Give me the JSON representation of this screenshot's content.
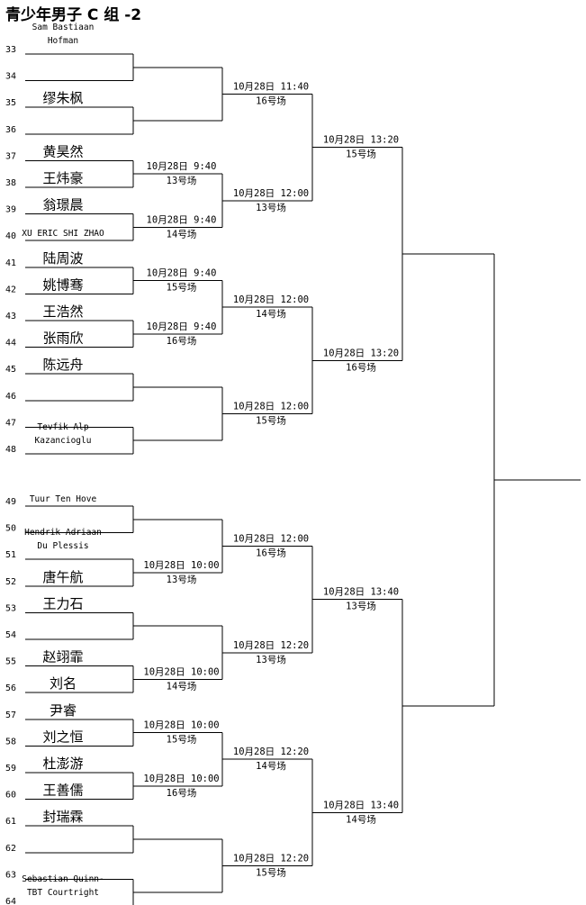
{
  "title": "青少年男子 C 组 -2",
  "players": [
    {
      "seed": "33",
      "name": [
        "Sam Bastiaan",
        "Hofman"
      ]
    },
    {
      "seed": "34",
      "name": []
    },
    {
      "seed": "35",
      "name": [
        "缪朱枫"
      ]
    },
    {
      "seed": "36",
      "name": []
    },
    {
      "seed": "37",
      "name": [
        "黄昊然"
      ]
    },
    {
      "seed": "38",
      "name": [
        "王炜豪"
      ]
    },
    {
      "seed": "39",
      "name": [
        "翁璟晨"
      ]
    },
    {
      "seed": "40",
      "name": [
        "XU ERIC SHI ZHAO"
      ]
    },
    {
      "seed": "41",
      "name": [
        "陆周波"
      ]
    },
    {
      "seed": "42",
      "name": [
        "姚博骞"
      ]
    },
    {
      "seed": "43",
      "name": [
        "王浩然"
      ]
    },
    {
      "seed": "44",
      "name": [
        "张雨欣"
      ]
    },
    {
      "seed": "45",
      "name": [
        "陈远舟"
      ]
    },
    {
      "seed": "46",
      "name": []
    },
    {
      "seed": "47",
      "name": []
    },
    {
      "seed": "48",
      "name": [
        "Tevfik Alp",
        "Kazancioglu"
      ]
    },
    {
      "seed": "49",
      "name": [
        "Tuur Ten Hove"
      ]
    },
    {
      "seed": "50",
      "name": []
    },
    {
      "seed": "51",
      "name": [
        "Hendrik Adriaan",
        "Du Plessis"
      ]
    },
    {
      "seed": "52",
      "name": [
        "唐午航"
      ]
    },
    {
      "seed": "53",
      "name": [
        "王力石"
      ]
    },
    {
      "seed": "54",
      "name": []
    },
    {
      "seed": "55",
      "name": [
        "赵翊霏"
      ]
    },
    {
      "seed": "56",
      "name": [
        "刘名"
      ]
    },
    {
      "seed": "57",
      "name": [
        "尹睿"
      ]
    },
    {
      "seed": "58",
      "name": [
        "刘之恒"
      ]
    },
    {
      "seed": "59",
      "name": [
        "杜澎游"
      ]
    },
    {
      "seed": "60",
      "name": [
        "王善儒"
      ]
    },
    {
      "seed": "61",
      "name": [
        "封瑞霖"
      ]
    },
    {
      "seed": "62",
      "name": []
    },
    {
      "seed": "63",
      "name": []
    },
    {
      "seed": "64",
      "name": [
        "Sebastian Quinn-",
        "TBT Courtright"
      ]
    }
  ],
  "rounds": [
    [
      {
        "time": "",
        "court": ""
      },
      {
        "time": "",
        "court": ""
      },
      {
        "time": "10月28日 9:40",
        "court": "13号场"
      },
      {
        "time": "10月28日 9:40",
        "court": "14号场"
      },
      {
        "time": "10月28日 9:40",
        "court": "15号场"
      },
      {
        "time": "10月28日 9:40",
        "court": "16号场"
      },
      {
        "time": "",
        "court": ""
      },
      {
        "time": "",
        "court": ""
      },
      {
        "time": "",
        "court": ""
      },
      {
        "time": "10月28日 10:00",
        "court": "13号场"
      },
      {
        "time": "",
        "court": ""
      },
      {
        "time": "10月28日 10:00",
        "court": "14号场"
      },
      {
        "time": "10月28日 10:00",
        "court": "15号场"
      },
      {
        "time": "10月28日 10:00",
        "court": "16号场"
      },
      {
        "time": "",
        "court": ""
      },
      {
        "time": "",
        "court": ""
      }
    ],
    [
      {
        "time": "10月28日 11:40",
        "court": "16号场"
      },
      {
        "time": "10月28日 12:00",
        "court": "13号场"
      },
      {
        "time": "10月28日 12:00",
        "court": "14号场"
      },
      {
        "time": "10月28日 12:00",
        "court": "15号场"
      },
      {
        "time": "10月28日 12:00",
        "court": "16号场"
      },
      {
        "time": "10月28日 12:20",
        "court": "13号场"
      },
      {
        "time": "10月28日 12:20",
        "court": "14号场"
      },
      {
        "time": "10月28日 12:20",
        "court": "15号场"
      }
    ],
    [
      {
        "time": "10月28日 13:20",
        "court": "15号场"
      },
      {
        "time": "10月28日 13:20",
        "court": "16号场"
      },
      {
        "time": "10月28日 13:40",
        "court": "13号场"
      },
      {
        "time": "10月28日 13:40",
        "court": "14号场"
      }
    ],
    [
      {
        "time": "",
        "court": ""
      },
      {
        "time": "",
        "court": ""
      }
    ],
    [
      {
        "time": "",
        "court": ""
      }
    ]
  ]
}
